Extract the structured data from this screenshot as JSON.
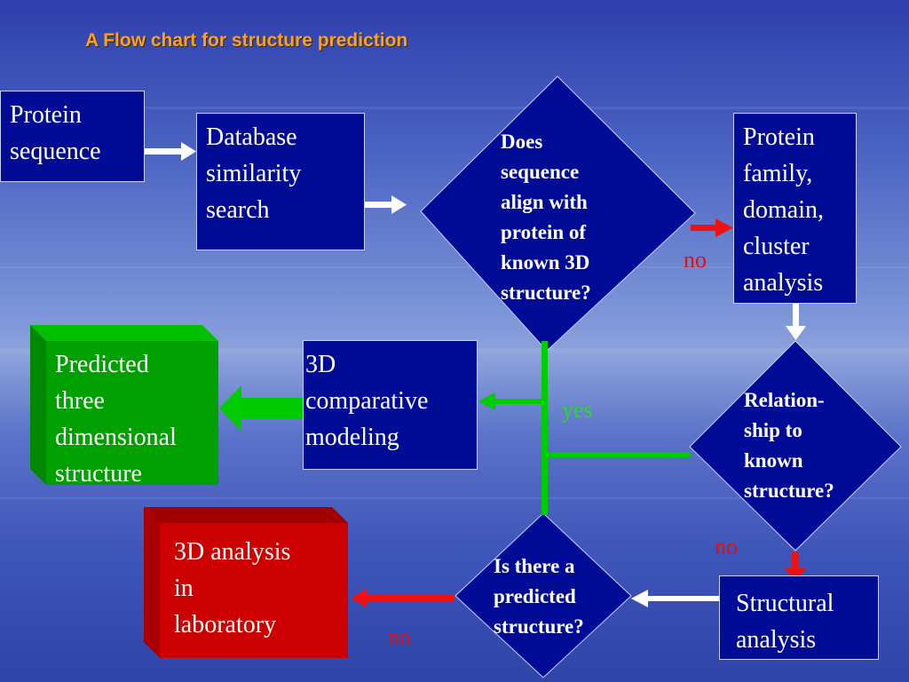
{
  "title": "A Flow chart for structure prediction",
  "colors": {
    "box_fill": "#000c96",
    "arrow_white": "#ffffff",
    "arrow_green": "#00cc00",
    "arrow_red": "#ee1111",
    "result_green": "#00a000",
    "result_red": "#cc0000",
    "title": "#ffa019"
  },
  "nodes": {
    "protein_sequence": "Protein\nsequence",
    "database_search": "Database\nsimilarity\nsearch",
    "align_decision": "Does\nsequence\nalign with\nprotein of\nknown 3D\nstructure?",
    "protein_family": "Protein\nfamily,\ndomain,\ncluster\nanalysis",
    "relationship_decision": "Relation-\nship to\nknown\nstructure?",
    "comparative_modeling": "3D\ncomparative\nmodeling",
    "predicted_structure": "Predicted\nthree\ndimensional\nstructure",
    "structural_analysis": "Structural\nanalysis",
    "predicted_decision": "Is there a\npredicted\nstructure?",
    "lab_analysis": "3D analysis\nin\nlaboratory"
  },
  "labels": {
    "no_align": "no",
    "yes": "yes",
    "no_relationship": "no",
    "no_predicted": "no"
  }
}
